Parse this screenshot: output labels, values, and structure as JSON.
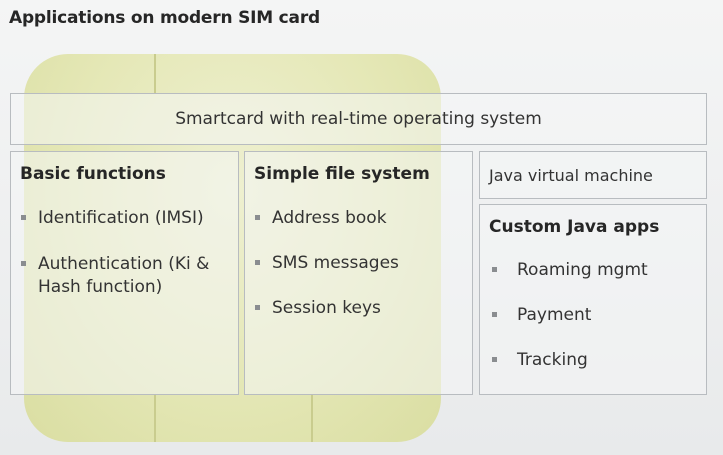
{
  "title": "Applications on modern SIM card",
  "top_bar": "Smartcard with real-time operating system",
  "columns": {
    "basic": {
      "heading": "Basic functions",
      "items": [
        "Identification (IMSI)",
        "Authentication (Ki & Hash function)"
      ]
    },
    "filesystem": {
      "heading": "Simple file system",
      "items": [
        "Address book",
        "SMS messages",
        "Session keys"
      ]
    },
    "jvm": {
      "label": "Java virtual machine"
    },
    "java_apps": {
      "heading": "Custom Java apps",
      "items": [
        "Roaming mgmt",
        "Payment",
        "Tracking"
      ]
    }
  },
  "colors": {
    "chip": "#e4e7b3",
    "border": "#b8bcc0",
    "bullet": "#8a8d90"
  }
}
